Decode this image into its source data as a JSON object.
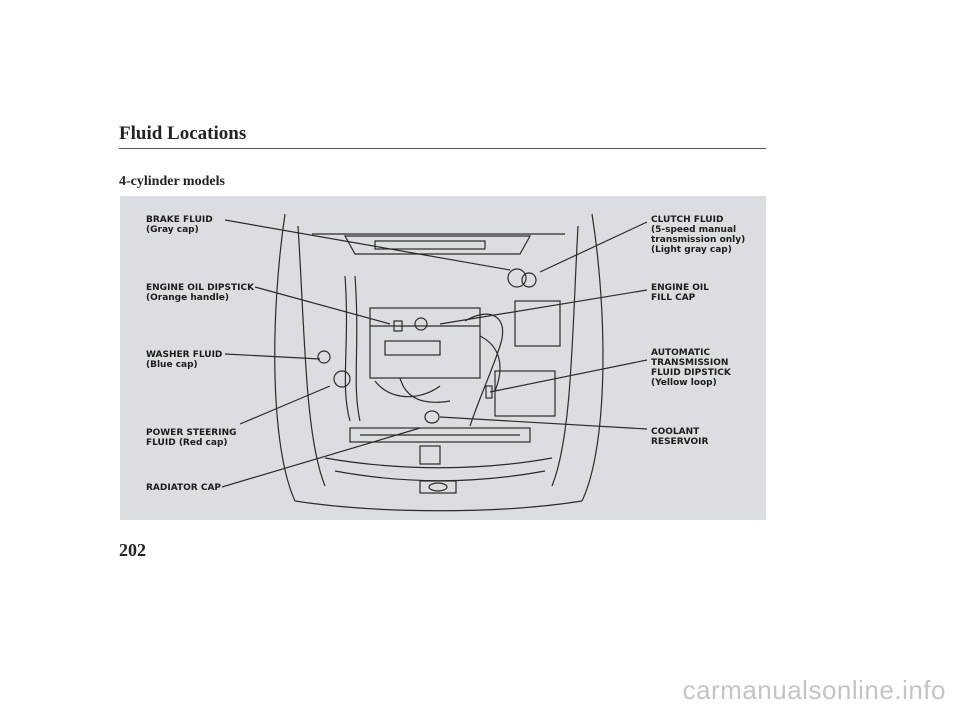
{
  "header": {
    "title": "Fluid Locations",
    "subtitle": "4-cylinder models"
  },
  "labels_left": [
    {
      "id": "brake-fluid",
      "lines": [
        "BRAKE FLUID",
        "(Gray cap)"
      ]
    },
    {
      "id": "engine-oil-dipstick",
      "lines": [
        "ENGINE OIL DIPSTICK",
        "(Orange handle)"
      ]
    },
    {
      "id": "washer-fluid",
      "lines": [
        "WASHER FLUID",
        "(Blue cap)"
      ]
    },
    {
      "id": "power-steering-fluid",
      "lines": [
        "POWER STEERING",
        "FLUID (Red cap)"
      ]
    },
    {
      "id": "radiator-cap",
      "lines": [
        "RADIATOR CAP"
      ]
    }
  ],
  "labels_right": [
    {
      "id": "clutch-fluid",
      "lines": [
        "CLUTCH FLUID",
        "(5-speed manual",
        "transmission only)",
        "(Light gray cap)"
      ]
    },
    {
      "id": "engine-oil-fill-cap",
      "lines": [
        "ENGINE OIL",
        "FILL CAP"
      ]
    },
    {
      "id": "automatic-transmission-fluid-dipstick",
      "lines": [
        "AUTOMATIC",
        "TRANSMISSION",
        "FLUID DIPSTICK",
        "(Yellow loop)"
      ]
    },
    {
      "id": "coolant-reservoir",
      "lines": [
        "COOLANT",
        "RESERVOIR"
      ]
    }
  ],
  "footer": {
    "page_number": "202",
    "watermark": "carmanualsonline.info"
  }
}
